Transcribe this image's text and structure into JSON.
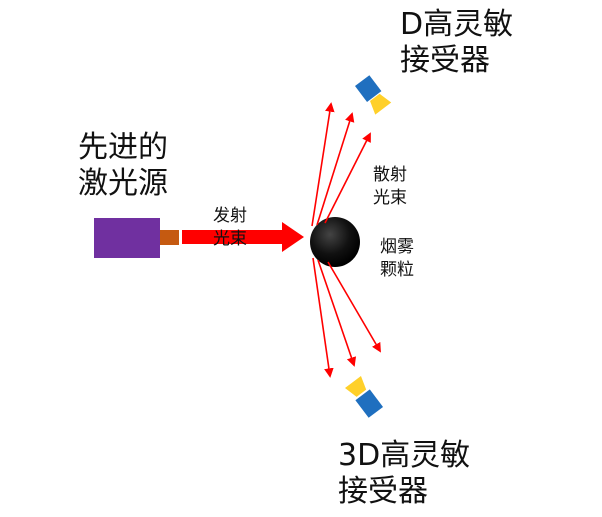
{
  "labels": {
    "laser_source": "先进的\n激光源",
    "emitted_beam": "发射\n光束",
    "scattered_beam": "散射\n光束",
    "smoke_particle": "烟雾\n颗粒",
    "top_receiver": "D高灵敏\n接受器",
    "bottom_receiver": "3D高灵敏\n接受器"
  },
  "colors": {
    "laser_body": "#7030a0",
    "laser_nozzle": "#c55a11",
    "beam": "#ff0000",
    "particle": "#000000",
    "receiver_body": "#1f6fbf",
    "receiver_lens": "#ffd02a"
  },
  "icons": {
    "receiver": "sensor-icon",
    "laser": "laser-box-icon"
  }
}
